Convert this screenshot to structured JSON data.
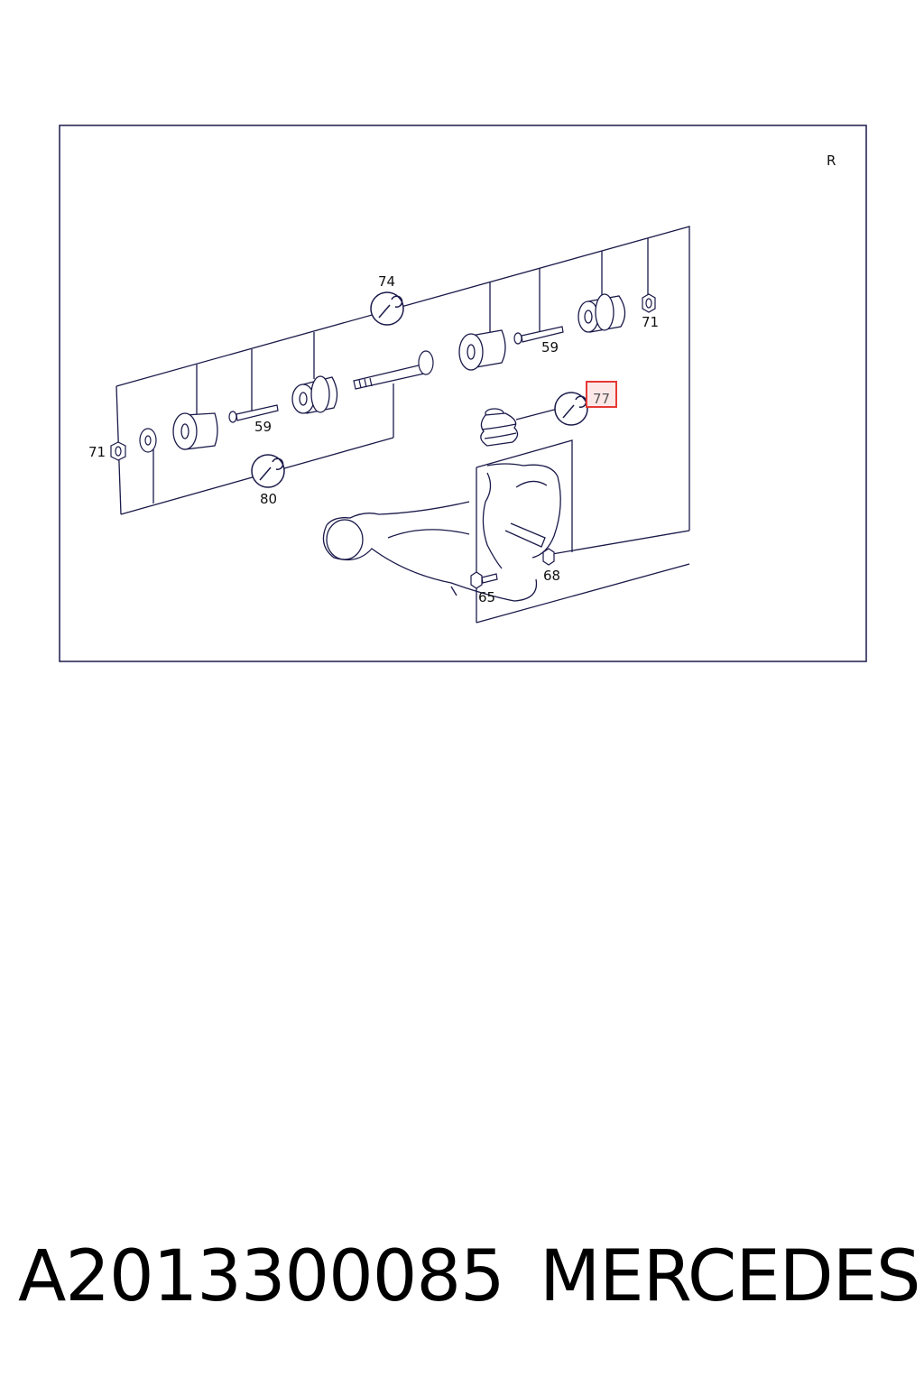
{
  "diagram": {
    "corner_mark": "R",
    "callouts": {
      "c74": "74",
      "c71_right": "71",
      "c59_right": "59",
      "c77": "77",
      "c71_left": "71",
      "c59_left": "59",
      "c80": "80",
      "c68": "68",
      "c65": "65"
    },
    "highlight_color": "#e53935",
    "line_color": "#1a1a4a"
  },
  "caption": {
    "part_number": "A2013300085",
    "brand": "MERCEDES"
  }
}
